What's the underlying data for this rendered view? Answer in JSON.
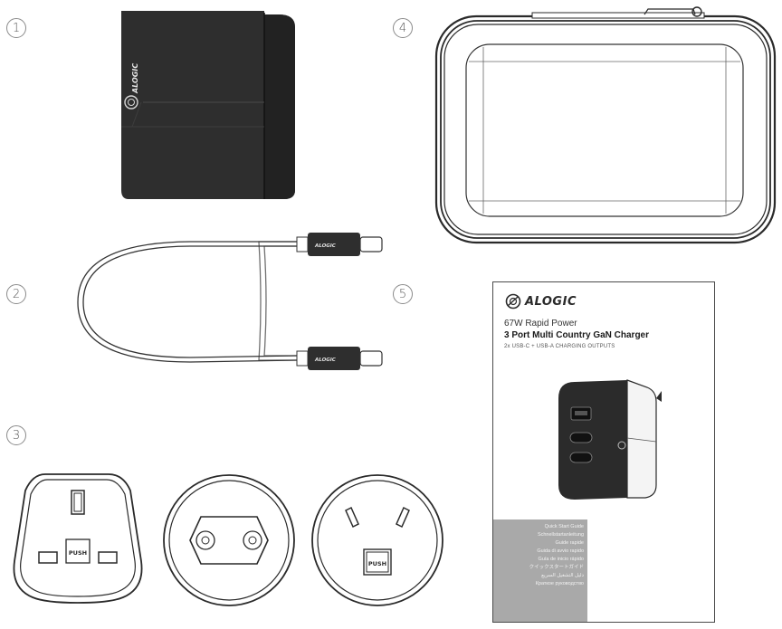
{
  "item_numbers": [
    "1",
    "2",
    "3",
    "4",
    "5"
  ],
  "brand_logo": "ALOGIC",
  "plug_button_label": "PUSH",
  "booklet": {
    "logo": "ALOGIC",
    "subtitle": "67W Rapid Power",
    "title": "3 Port Multi Country GaN Charger",
    "outputs": "2x USB-C + USB-A CHARGING OUTPUTS",
    "languages": [
      "Quick Start Guide",
      "Schnellstartanleitung",
      "Guide rapide",
      "Guida di avvio rapido",
      "Guía de inicio rápido",
      "クイックスタートガイド",
      "دليل التشغيل السريع",
      "Краткое руководство"
    ]
  }
}
